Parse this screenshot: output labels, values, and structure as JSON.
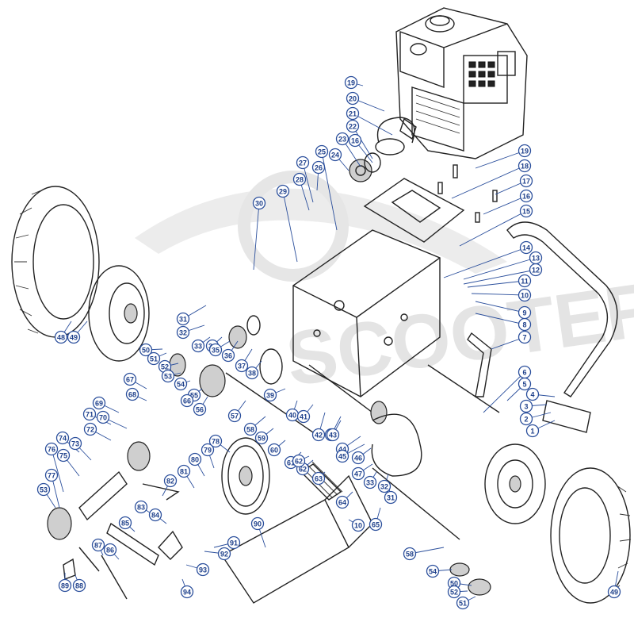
{
  "diagram": {
    "watermark": "SCOOTER",
    "callouts": [
      "1",
      "2",
      "3",
      "4",
      "5",
      "6",
      "7",
      "8",
      "9",
      "10",
      "11",
      "12",
      "13",
      "14",
      "15",
      "16",
      "17",
      "18",
      "19",
      "20",
      "21",
      "22",
      "23",
      "24",
      "25",
      "26",
      "27",
      "28",
      "29",
      "30",
      "31",
      "32",
      "33",
      "34",
      "35",
      "36",
      "37",
      "38",
      "39",
      "40",
      "41",
      "42",
      "43",
      "44",
      "45",
      "46",
      "47",
      "48",
      "49",
      "50",
      "51",
      "52",
      "53",
      "54",
      "55",
      "56",
      "57",
      "58",
      "59",
      "60",
      "61",
      "62",
      "63",
      "64",
      "65",
      "66",
      "67",
      "68",
      "69",
      "70",
      "71",
      "72",
      "73",
      "74",
      "75",
      "76",
      "77",
      "78",
      "79",
      "80",
      "81",
      "82",
      "83",
      "84",
      "85",
      "86",
      "87",
      "88",
      "89",
      "90",
      "91",
      "92",
      "93",
      "94"
    ],
    "colors": {
      "callout_outline": "#2b4f9c",
      "callout_text": "#1d3f8a",
      "linework": "#222222",
      "watermark": "#e4e4e4"
    }
  }
}
